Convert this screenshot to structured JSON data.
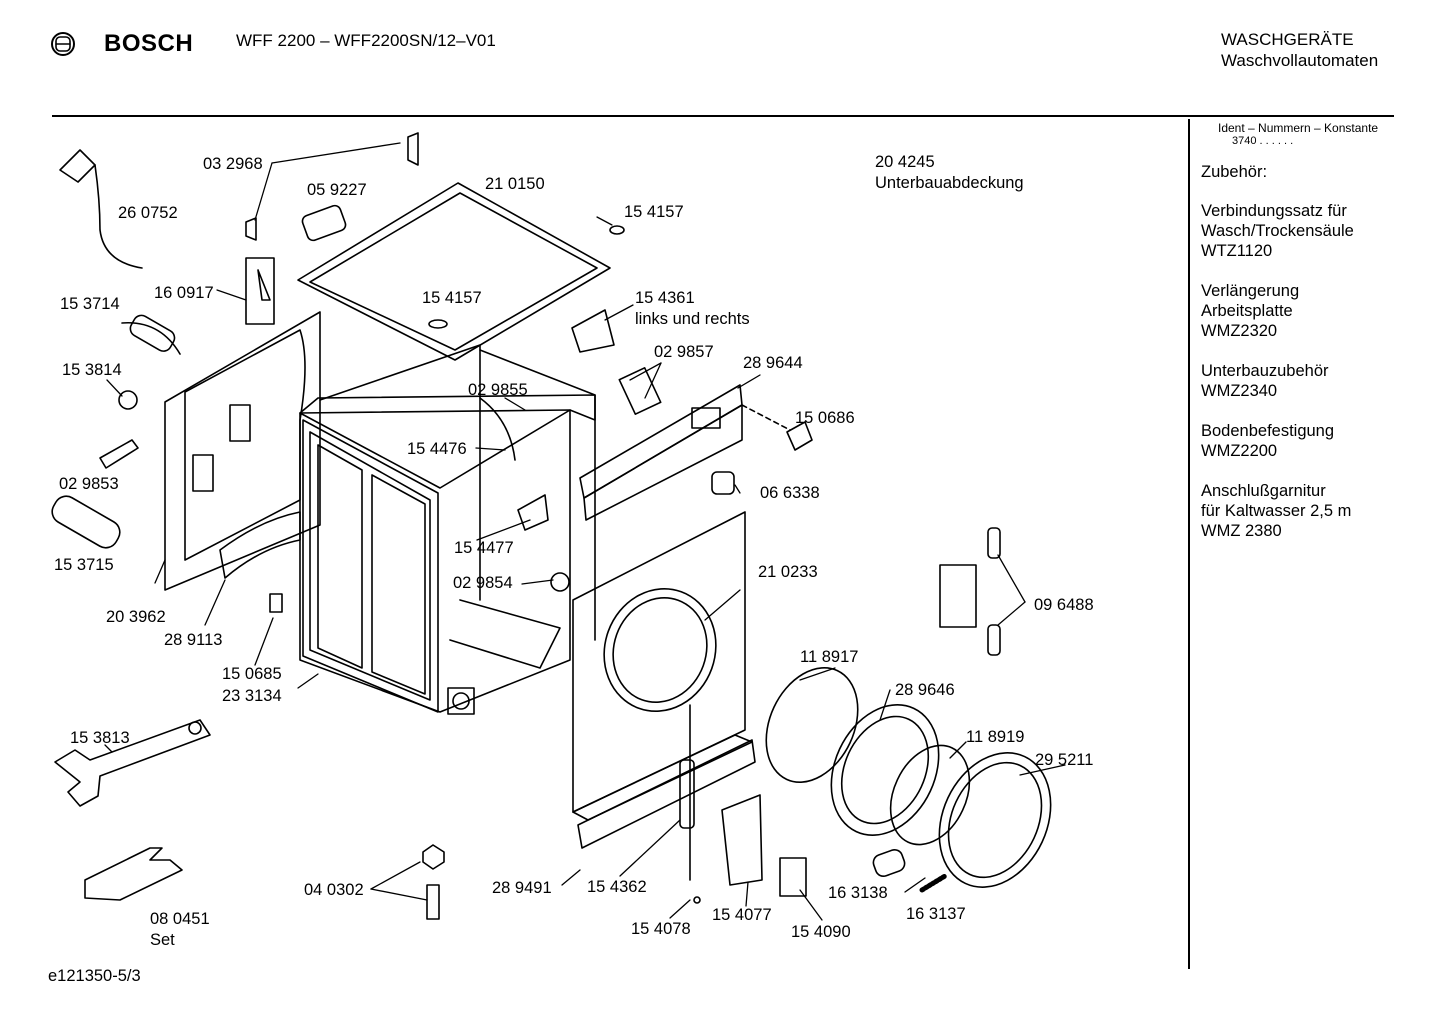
{
  "header": {
    "brand": "BOSCH",
    "model": "WFF 2200 – WFF2200SN/12–V01",
    "category_line1": "WASCHGERÄTE",
    "category_line2": "Waschvollautomaten"
  },
  "sidebar": {
    "ident_title": "Ident – Nummern – Konstante",
    "ident_value": "3740  . .     . . . .",
    "accessories_title": "Zubehör:",
    "accessories": [
      {
        "lines": [
          "Verbindungssatz für",
          "Wasch/Trockensäule",
          "WTZ1120"
        ]
      },
      {
        "lines": [
          "Verlängerung",
          "Arbeitsplatte",
          "WMZ2320"
        ]
      },
      {
        "lines": [
          "Unterbauzubehör",
          "WMZ2340"
        ]
      },
      {
        "lines": [
          "Bodenbefestigung",
          "WMZ2200"
        ]
      },
      {
        "lines": [
          "Anschlußgarnitur",
          "für Kaltwasser 2,5 m",
          "WMZ 2380"
        ]
      }
    ]
  },
  "parts": {
    "p_032968": "03 2968",
    "p_059227": "05 9227",
    "p_210150": "21 0150",
    "p_260752": "26 0752",
    "p_160917": "16 0917",
    "p_153714": "15 3714",
    "p_154157a": "15 4157",
    "p_154157b": "15 4157",
    "p_154361": "15 4361",
    "p_154361_note": "links und rechts",
    "p_204245": "20 4245",
    "p_204245_note": "Unterbauabdeckung",
    "p_153814": "15 3814",
    "p_029857": "02 9857",
    "p_289644": "28 9644",
    "p_029855": "02 9855",
    "p_150686": "15 0686",
    "p_154476": "15 4476",
    "p_029853": "02 9853",
    "p_066338": "06 6338",
    "p_153715": "15 3715",
    "p_154477": "15 4477",
    "p_210233": "21 0233",
    "p_029854": "02 9854",
    "p_203962": "20 3962",
    "p_289113": "28 9113",
    "p_096488": "09 6488",
    "p_150685": "15 0685",
    "p_233134": "23 3134",
    "p_118917": "11 8917",
    "p_289646": "28 9646",
    "p_153813": "15 3813",
    "p_118919": "11 8919",
    "p_295211": "29 5211",
    "p_040302": "04 0302",
    "p_289491": "28 9491",
    "p_154362": "15 4362",
    "p_163138": "16 3138",
    "p_163137": "16 3137",
    "p_080451": "08 0451",
    "p_080451_note": "Set",
    "p_154077": "15 4077",
    "p_154078": "15 4078",
    "p_154090": "15 4090"
  },
  "footer": {
    "drawing_id": "e121350-5/3"
  }
}
